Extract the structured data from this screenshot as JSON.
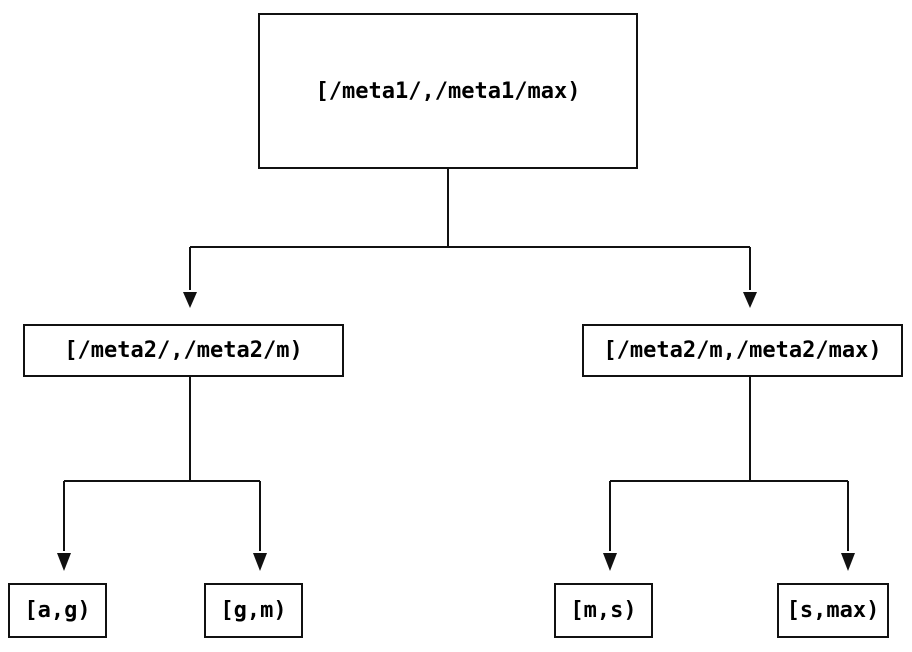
{
  "tree": {
    "root": {
      "label": "[/meta1/,/meta1/max)"
    },
    "children": [
      {
        "label": "[/meta2/,/meta2/m)",
        "children": [
          {
            "label": "[a,g)"
          },
          {
            "label": "[g,m)"
          }
        ]
      },
      {
        "label": "[/meta2/m,/meta2/max)",
        "children": [
          {
            "label": "[m,s)"
          },
          {
            "label": "[s,max)"
          }
        ]
      }
    ]
  },
  "colors": {
    "background": "#ffffff",
    "line": "#111111",
    "text": "#000000"
  }
}
